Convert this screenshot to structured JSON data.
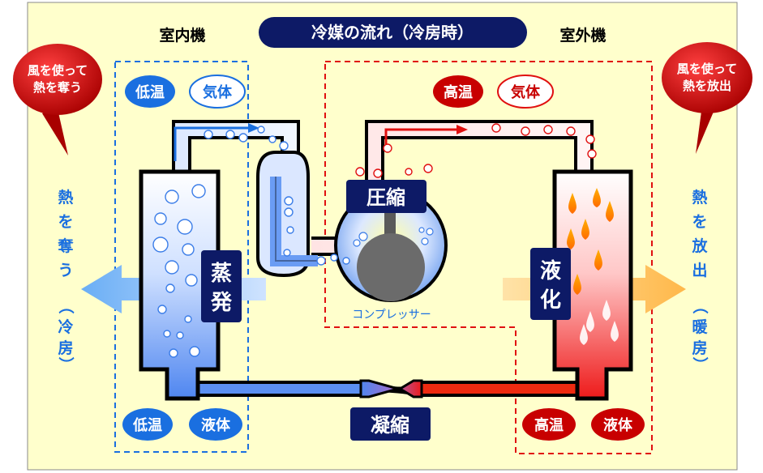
{
  "title": "冷媒の流れ（冷房時）",
  "indoor": {
    "heading": "室内機",
    "bubble": [
      "風を使って",
      "熱を奪う"
    ],
    "top_temp": "低温",
    "top_state": "気体",
    "bottom_temp": "低温",
    "bottom_state": "液体",
    "process": [
      "蒸",
      "発"
    ],
    "side_text": [
      "熱",
      "を",
      "奪",
      "う",
      "（",
      "冷",
      "房",
      "）"
    ]
  },
  "outdoor": {
    "heading": "室外機",
    "bubble": [
      "風を使って",
      "熱を放出"
    ],
    "top_temp": "高温",
    "top_state": "気体",
    "bottom_temp": "高温",
    "bottom_state": "液体",
    "process": [
      "液",
      "化"
    ],
    "side_text": [
      "熱",
      "を",
      "放",
      "出",
      "（",
      "暖",
      "房",
      "）"
    ]
  },
  "compressor": {
    "label": "圧縮",
    "caption": "コンプレッサー"
  },
  "expansion": {
    "label": "凝縮"
  },
  "colors": {
    "background": "#ffffcc",
    "indoor_blue": "#1a6fe0",
    "outdoor_red": "#e01010",
    "navy_label": "#0d1a66"
  }
}
